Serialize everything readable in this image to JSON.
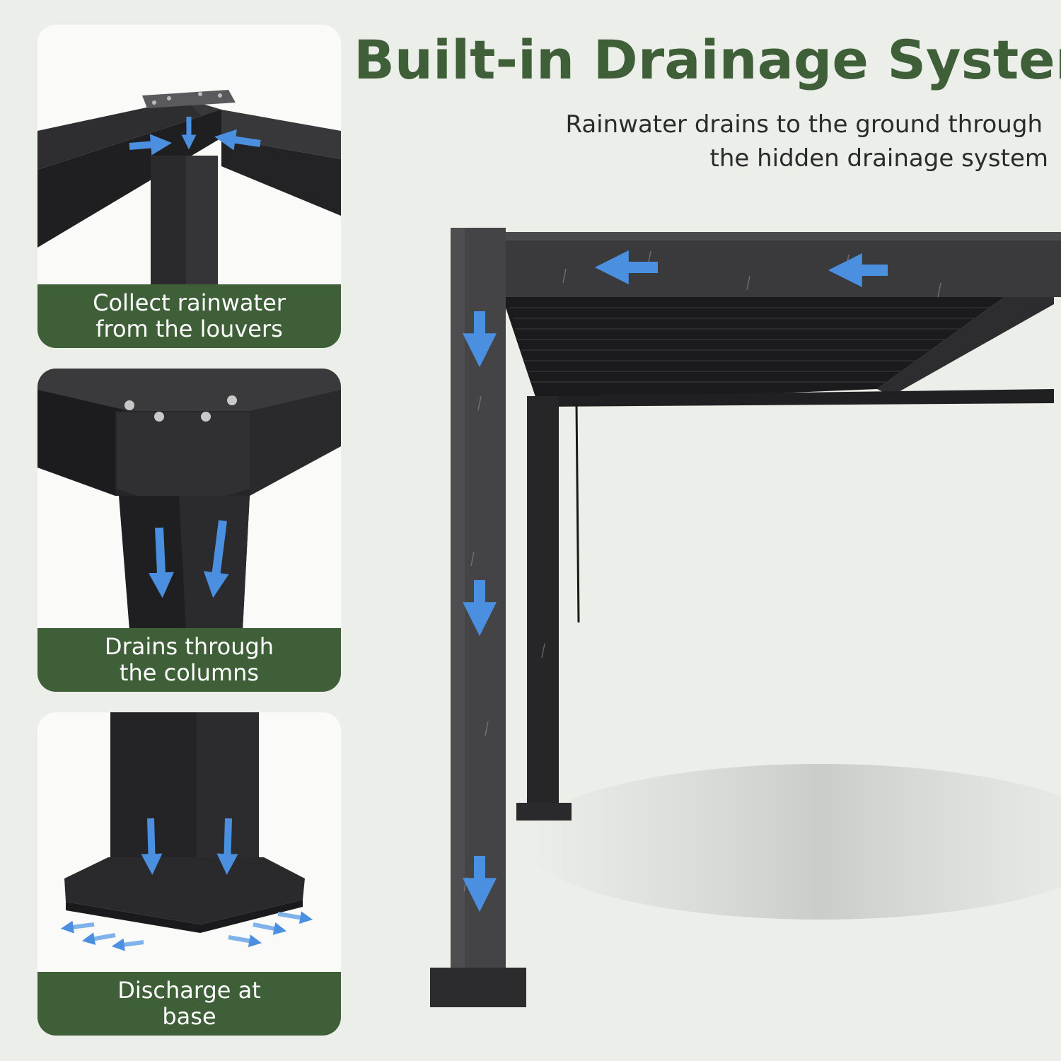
{
  "header": {
    "title": "Built-in Drainage System",
    "subtitle_line1": "Rainwater drains to the ground through",
    "subtitle_line2": "the hidden drainage system"
  },
  "cards": [
    {
      "line1": "Collect rainwater",
      "line2": "from the louvers"
    },
    {
      "line1": "Drains through",
      "line2": "the columns"
    },
    {
      "line1": "Discharge at",
      "line2": "base"
    }
  ],
  "colors": {
    "brand_green": "#3f5f38",
    "frame_dark": "#2e2e30",
    "arrow_blue": "#4a8fe0",
    "background": "#eceee9"
  }
}
